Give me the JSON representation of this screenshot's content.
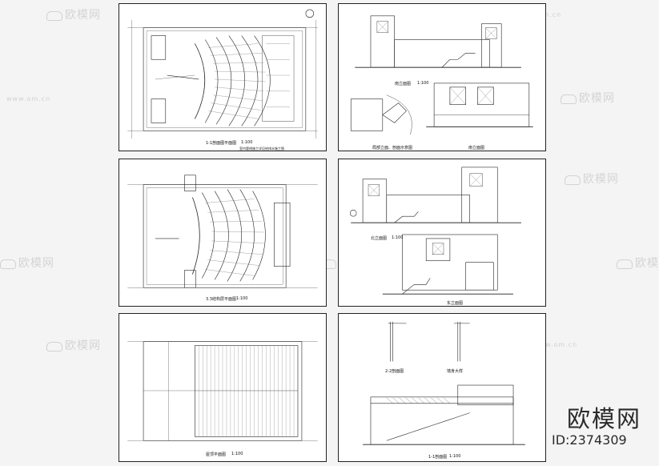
{
  "watermark": {
    "brand": "欧模网",
    "url": "www.om.cn"
  },
  "brand": {
    "name": "欧模网",
    "id_label": "ID:2374309"
  },
  "sheets": [
    {
      "title": "1-1剖面图平面图",
      "scale": "1:100",
      "note": "室内管线施工详见给排水施工图"
    },
    {
      "title": "南立面图",
      "scale": "1:100",
      "caption2": "局部立面、剖面示意图",
      "caption3": "南立面图"
    },
    {
      "title": "3.3结构层平面图",
      "scale": "1:100"
    },
    {
      "title": "北立面图",
      "scale": "1:100",
      "caption2": "东立面图"
    },
    {
      "title": "屋顶平面图",
      "scale": "1:100"
    },
    {
      "title": "1-1剖面图",
      "scale": "1:100",
      "caption2": "2-2剖面图",
      "caption3": "墙身大样"
    }
  ]
}
